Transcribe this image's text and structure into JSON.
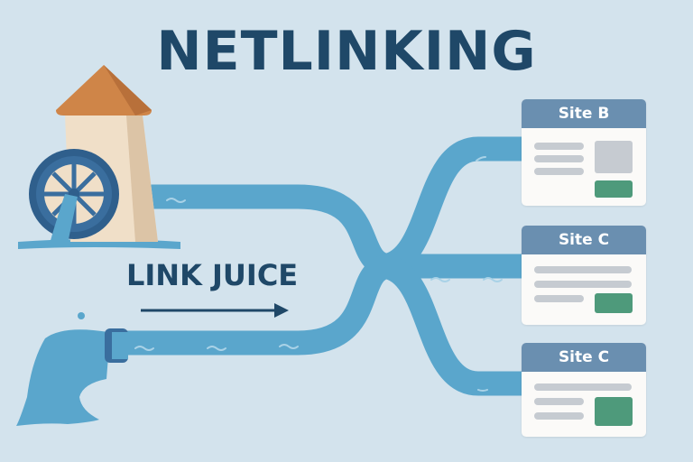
{
  "title": "NETLINKING",
  "label": "LINK JUICE",
  "colors": {
    "background": "#d3e3ed",
    "title": "#1f4868",
    "pipe": "#5aa6cc",
    "card_header": "#6a8fb0",
    "card_button": "#4e9a7b",
    "roof": "#cf8548",
    "tower": "#f0dfc8",
    "wheel": "#3a6e9e"
  },
  "sites": [
    {
      "label": "Site B",
      "layout": "three-lines-image-button"
    },
    {
      "label": "Site C",
      "layout": "two-lines-short-button"
    },
    {
      "label": "Site C",
      "layout": "one-line-two-short-button"
    }
  ],
  "icons": [
    "watermill-icon",
    "water-pipe-icon",
    "arrow-right-icon"
  ]
}
